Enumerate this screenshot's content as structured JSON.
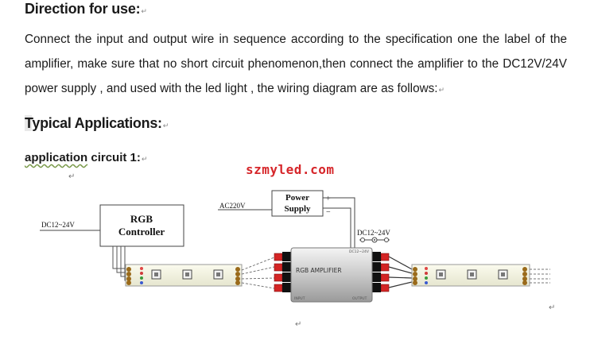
{
  "direction": {
    "heading": "Direction for use:",
    "paragraph": "Connect the input and output wire in sequence according to the specification one the label of the amplifier, make sure that no short circuit phenomenon,then connect the amplifier to the DC12V/24V power supply , and used with the led light , the wiring diagram are as follows:"
  },
  "typical": {
    "heading": "Typical Applications:",
    "first_letter": "T",
    "rest": "ypical Applications:"
  },
  "application": {
    "underlined": "application",
    "rest": " circuit 1:"
  },
  "paragraph_mark": "↵",
  "watermark": "szmyled.com",
  "diagram": {
    "controller_line1": "RGB",
    "controller_line2": "Controller",
    "controller_input": "DC12~24V",
    "power_line1": "Power",
    "power_line2": "Supply",
    "ac_input": "AC220V",
    "plus": "+",
    "minus": "−",
    "amp_input": "DC12~24V",
    "amplifier_label": "RGB  AMPLIFIER",
    "amp_small_top": "DC12~24V",
    "amp_small_left": "INPUT",
    "amp_small_right": "OUTPUT",
    "strip_pins": [
      "+",
      "R",
      "G",
      "B"
    ]
  }
}
